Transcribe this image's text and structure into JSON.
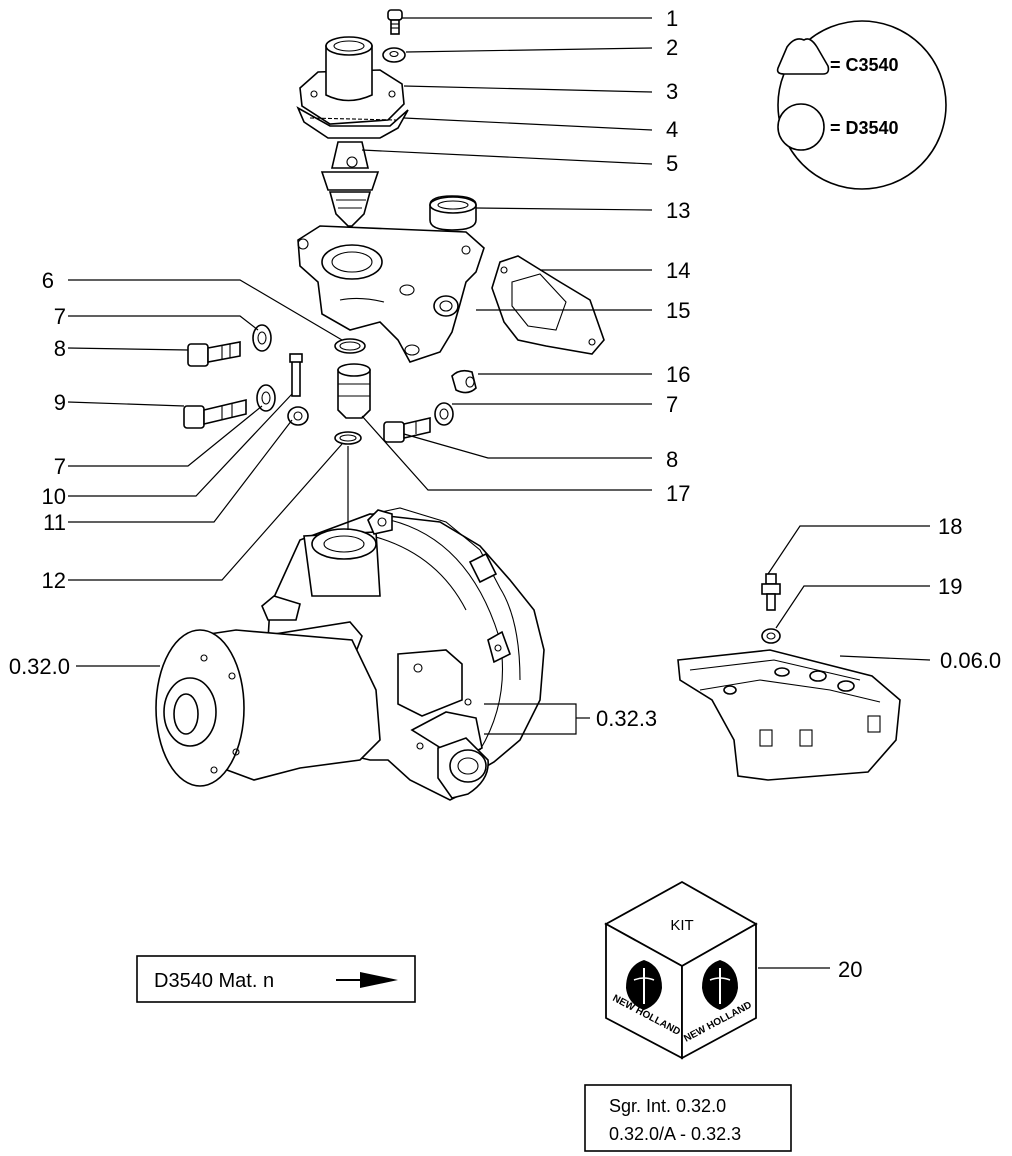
{
  "legend": {
    "shapes": [
      {
        "shape": "rounded-triangle-icon",
        "label": "= C3540"
      },
      {
        "shape": "circle-icon",
        "label": "= D3540"
      }
    ]
  },
  "callouts": [
    {
      "id": "c1",
      "text": "1"
    },
    {
      "id": "c2",
      "text": "2"
    },
    {
      "id": "c3",
      "text": "3"
    },
    {
      "id": "c4",
      "text": "4"
    },
    {
      "id": "c5",
      "text": "5"
    },
    {
      "id": "c13",
      "text": "13"
    },
    {
      "id": "c14",
      "text": "14"
    },
    {
      "id": "c15",
      "text": "15"
    },
    {
      "id": "c16",
      "text": "16"
    },
    {
      "id": "c7r",
      "text": "7"
    },
    {
      "id": "c8r",
      "text": "8"
    },
    {
      "id": "c17",
      "text": "17"
    },
    {
      "id": "c6",
      "text": "6"
    },
    {
      "id": "c7a",
      "text": "7"
    },
    {
      "id": "c8a",
      "text": "8"
    },
    {
      "id": "c9",
      "text": "9"
    },
    {
      "id": "c7b",
      "text": "7"
    },
    {
      "id": "c10",
      "text": "10"
    },
    {
      "id": "c11",
      "text": "11"
    },
    {
      "id": "c12",
      "text": "12"
    },
    {
      "id": "c18",
      "text": "18"
    },
    {
      "id": "c19",
      "text": "19"
    },
    {
      "id": "c20",
      "text": "20"
    }
  ],
  "references": {
    "pump": "0.32.0",
    "pump_fitting": "0.32.3",
    "cylinder_head": "0.06.0"
  },
  "model_box": {
    "label": "D3540 Mat. n"
  },
  "kit": {
    "label": "KIT",
    "brand": "NEW HOLLAND"
  },
  "subgroup_box": {
    "line1": "Sgr. Int. 0.32.0",
    "line2": "0.32.0/A - 0.32.3"
  }
}
